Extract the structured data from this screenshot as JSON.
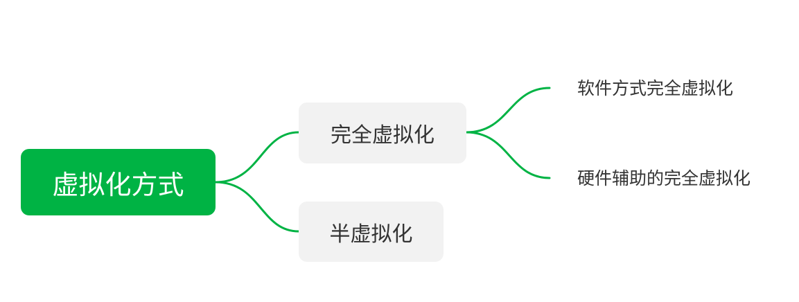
{
  "mindmap": {
    "root": {
      "label": "虚拟化方式"
    },
    "branches": [
      {
        "label": "完全虚拟化",
        "children": [
          {
            "label": "软件方式完全虚拟化"
          },
          {
            "label": "硬件辅助的完全虚拟化"
          }
        ]
      },
      {
        "label": "半虚拟化",
        "children": []
      }
    ]
  },
  "colors": {
    "root_background": "#00b344",
    "root_text": "#ffffff",
    "branch_background": "#f2f2f2",
    "text": "#333333",
    "connector": "#00b344"
  }
}
